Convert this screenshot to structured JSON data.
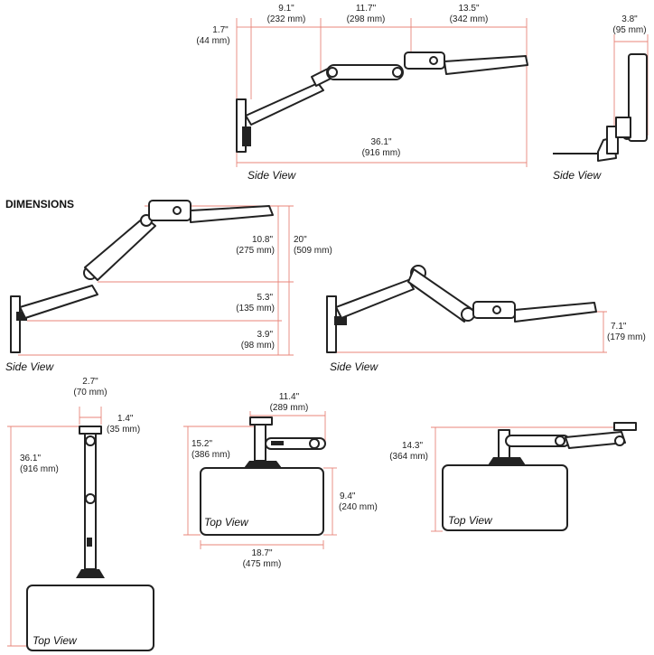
{
  "heading": "DIMENSIONS",
  "views": {
    "side": "Side View",
    "top": "Top View"
  },
  "dims": {
    "d1": [
      "1.7\"",
      "(44 mm)"
    ],
    "d2": [
      "9.1\"",
      "(232 mm)"
    ],
    "d3": [
      "11.7\"",
      "(298 mm)"
    ],
    "d4": [
      "13.5\"",
      "(342 mm)"
    ],
    "d5": [
      "3.8\"",
      "(95 mm)"
    ],
    "d6": [
      "36.1\"",
      "(916 mm)"
    ],
    "d7": [
      "10.8\"",
      "(275 mm)"
    ],
    "d8": [
      "20\"",
      "(509 mm)"
    ],
    "d9": [
      "5.3\"",
      "(135 mm)"
    ],
    "d10": [
      "3.9\"",
      "(98 mm)"
    ],
    "d11": [
      "7.1\"",
      "(179 mm)"
    ],
    "d12": [
      "2.7\"",
      "(70 mm)"
    ],
    "d13": [
      "1.4\"",
      "(35 mm)"
    ],
    "d14": [
      "36.1\"",
      "(916 mm)"
    ],
    "d15": [
      "11.4\"",
      "(289 mm)"
    ],
    "d16": [
      "15.2\"",
      "(386 mm)"
    ],
    "d17": [
      "9.4\"",
      "(240 mm)"
    ],
    "d18": [
      "18.7\"",
      "(475 mm)"
    ],
    "d19": [
      "14.3\"",
      "(364 mm)"
    ]
  },
  "colors": {
    "dimension_line": "#e8847a",
    "arm_outline": "#222222"
  }
}
